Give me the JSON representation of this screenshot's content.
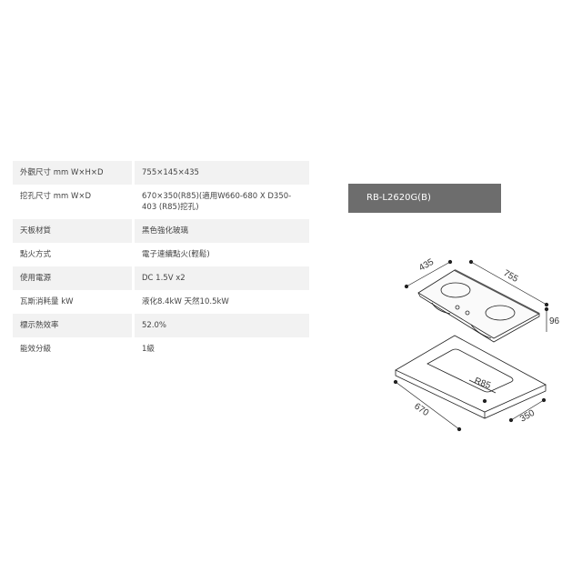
{
  "specs": [
    {
      "label": "外觀尺寸 mm W×H×D",
      "value": "755×145×435"
    },
    {
      "label": "挖孔尺寸 mm W×D",
      "value": "670×350(R85)(適用W660-680 X D350-403 (R85)挖孔)"
    },
    {
      "label": "天板材質",
      "value": "黑色強化玻璃"
    },
    {
      "label": "點火方式",
      "value": "電子連續點火(輕鬆)"
    },
    {
      "label": "使用電源",
      "value": "DC 1.5V x2"
    },
    {
      "label": "瓦斯消耗量 kW",
      "value": "液化8.4kW 天然10.5kW"
    },
    {
      "label": "標示熱效率",
      "value": "52.0%"
    },
    {
      "label": "能效分級",
      "value": "1級"
    }
  ],
  "model": "RB-L2620G(B)",
  "diagram": {
    "depth": "435",
    "width": "755",
    "height": "96",
    "cutout_width": "670",
    "cutout_depth": "350",
    "radius": "R85"
  }
}
